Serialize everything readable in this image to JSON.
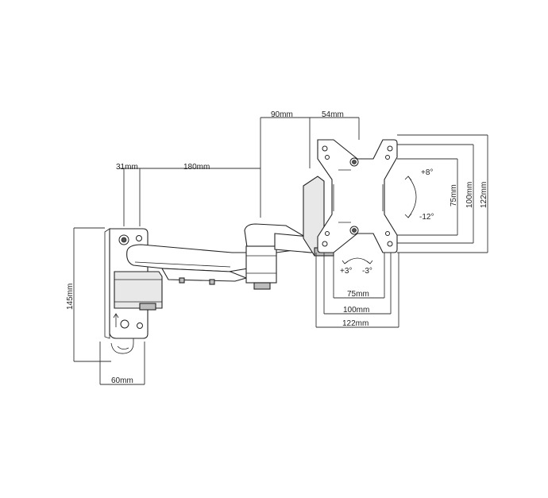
{
  "dimensions": {
    "wall_plate_width": "31mm",
    "arm_reach": "180mm",
    "arm_offset": "90mm",
    "head_depth": "54mm",
    "plate_height": "145mm",
    "base_width": "60mm",
    "vesa_small_h": "75mm",
    "vesa_mid_h": "100mm",
    "vesa_large_h": "122mm",
    "vesa_small_v": "75mm",
    "vesa_mid_v": "100mm",
    "vesa_large_v": "122mm"
  },
  "angles": {
    "tilt_up": "+8°",
    "tilt_down": "-12°",
    "swivel_left": "+3°",
    "swivel_right": "-3°"
  }
}
